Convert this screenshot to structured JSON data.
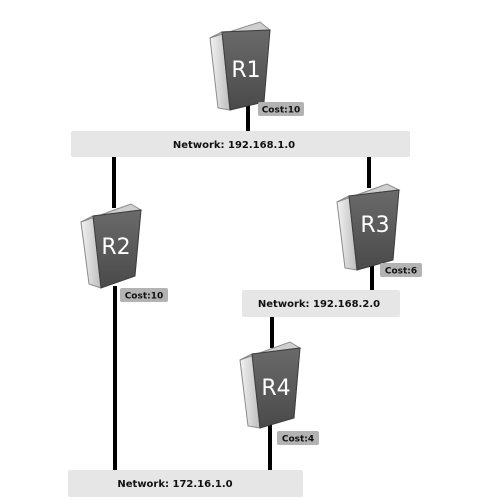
{
  "networks": [
    {
      "id": "net1",
      "label": "Network: 192.168.1.0"
    },
    {
      "id": "net2",
      "label": "Network: 192.168.2.0"
    },
    {
      "id": "net3",
      "label": "Network: 172.16.1.0"
    }
  ],
  "routers": [
    {
      "id": "r1",
      "label": "R1"
    },
    {
      "id": "r2",
      "label": "R2"
    },
    {
      "id": "r3",
      "label": "R3"
    },
    {
      "id": "r4",
      "label": "R4"
    }
  ],
  "costs": [
    {
      "router": "r1",
      "label": "Cost:10"
    },
    {
      "router": "r2",
      "label": "Cost:10"
    },
    {
      "router": "r3",
      "label": "Cost:6"
    },
    {
      "router": "r4",
      "label": "Cost:4"
    }
  ],
  "colors": {
    "router_front": "#5d5d5d",
    "router_side": "#d9d9d9",
    "router_edge": "#8c8c8c",
    "network_bar": "#e6e6e6",
    "cost_badge": "#b3b3b3"
  }
}
